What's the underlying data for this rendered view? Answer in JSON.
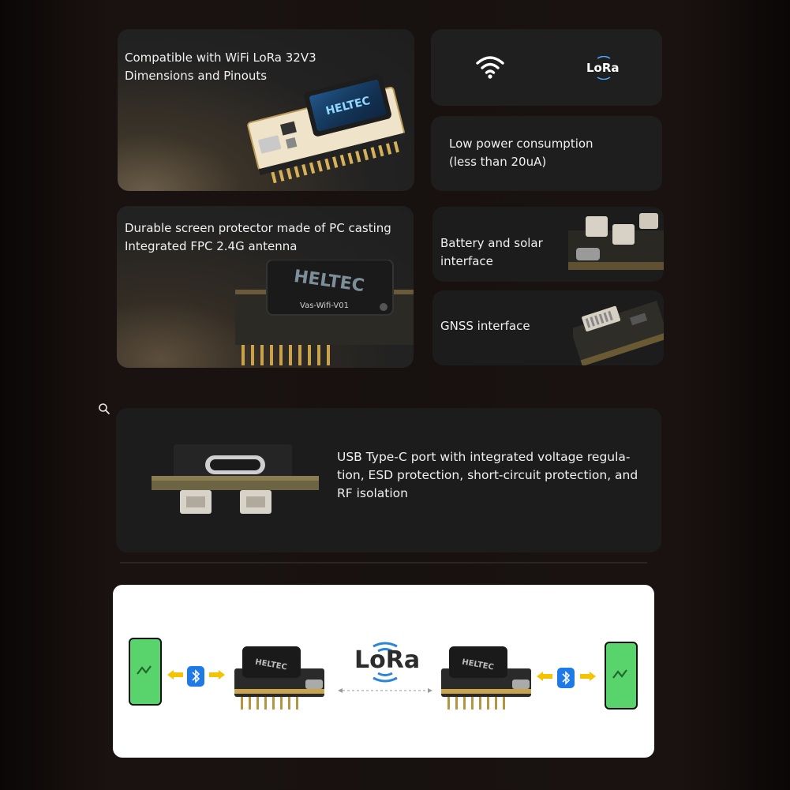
{
  "cards": {
    "compat": {
      "line1": "Compatible with WiFi LoRa 32V3",
      "line2": "Dimensions and Pinouts",
      "logo_text": "HELTEC"
    },
    "icons_card": {
      "wifi_icon": "wifi-icon",
      "lora_logo": "LoRa"
    },
    "power": {
      "line1": "Low power consumption",
      "line2": "(less than 20uA)"
    },
    "protector": {
      "line1": "Durable screen protector made of PC casting",
      "line2": "Integrated FPC 2.4G antenna",
      "logo_text": "HELTEC",
      "board_label": "Vas-Wifi-V01"
    },
    "battery": {
      "line1": "Battery and solar",
      "line2": "interface"
    },
    "gnss": {
      "line1": "GNSS interface"
    },
    "usb": {
      "line1": "USB Type-C port with integrated voltage regula-",
      "line2": "tion, ESD protection, short-circuit protection, and",
      "line3": "RF isolation"
    }
  },
  "diagram": {
    "lora_label": "LoRa",
    "device_logo": "HELTEC",
    "colors": {
      "phone": "#59d36b",
      "bluetooth": "#1e7ae6",
      "arrow": "#f5c400",
      "lora_waves": "#2a87d8"
    }
  },
  "icons": {
    "zoom": "magnifier-icon",
    "bluetooth": "bluetooth-icon",
    "phone": "smartphone-icon"
  }
}
